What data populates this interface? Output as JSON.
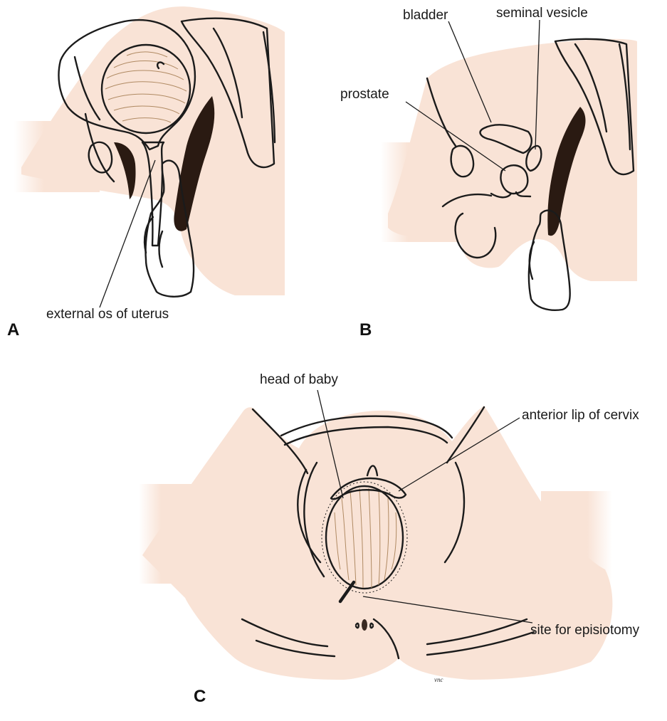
{
  "colors": {
    "skin": "#f9e3d6",
    "glove": "#f0d98a",
    "uterus_wall": "#e8b3b8",
    "uterus_dots": "#b5405a",
    "head": "#f1dcc4",
    "head_lines": "#b08a63",
    "bladder": "#e7a9b3",
    "prostate": "#8fd6b2",
    "cervix_lip": "#db8a8d",
    "dark_passage": "#2a1a12",
    "bone_stipple": "#7a6a60"
  },
  "panels": {
    "A": {
      "letter": "A",
      "labels": {
        "external_os": "external os of uterus"
      }
    },
    "B": {
      "letter": "B",
      "labels": {
        "bladder": "bladder",
        "seminal_vesicle": "seminal vesicle",
        "prostate": "prostate"
      }
    },
    "C": {
      "letter": "C",
      "labels": {
        "head_of_baby": "head of baby",
        "anterior_lip": "anterior lip of cervix",
        "episiotomy": "site for episiotomy"
      },
      "artist_initials": "vnc"
    }
  }
}
